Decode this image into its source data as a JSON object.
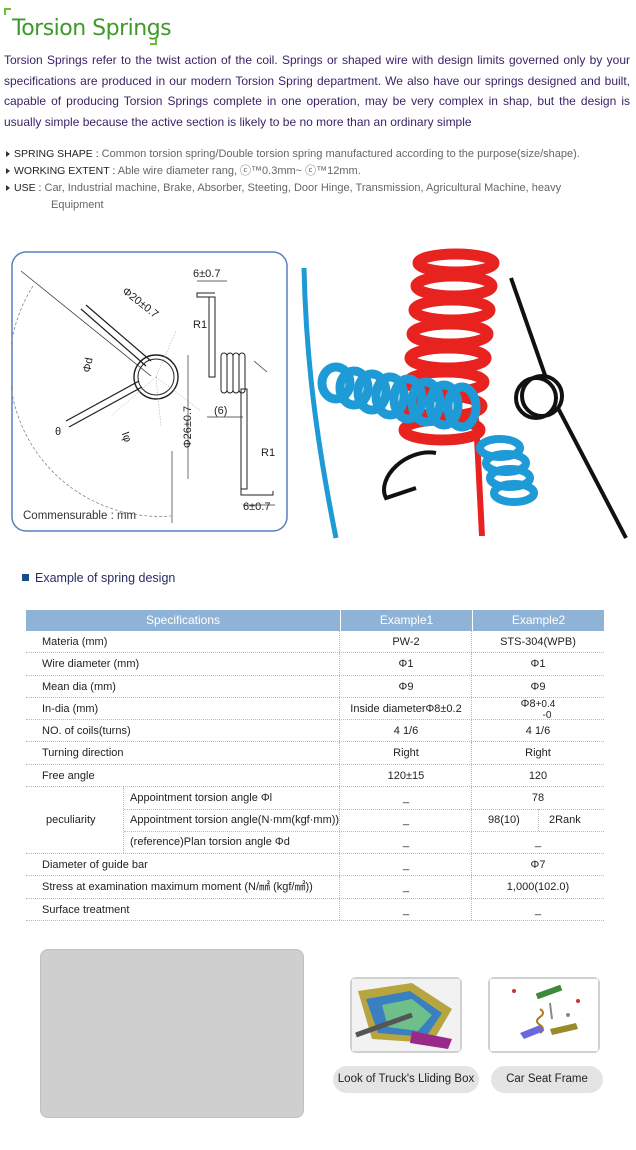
{
  "title": "Torsion Springs",
  "intro": "Torsion Springs refer to the twist action of the coil. Springs or shaped wire with design limits governed only by your specifications are produced in our modern Torsion Spring department. We also have our springs designed and built, capable of producing Torsion Springs complete in one operation, may be very complex in shap, but the design is usually simple because the active section is likely to be no more than an ordinary simple",
  "specs": [
    {
      "label": "SPRING SHAPE :",
      "value": "Common torsion spring/Double torsion spring manufactured according to the purpose(size/shape)."
    },
    {
      "label": "WORKING EXTENT :",
      "value": "Able wire diameter rang, ⓒ™0.3mm~ ⓒ™12mm."
    },
    {
      "label": "USE :",
      "value": "Car, Industrial machine, Brake, Absorber, Steeting, Door Hinge, Transmission, Agricultural Machine, heavy",
      "value2": "Equipment"
    }
  ],
  "diagram": {
    "d20": "Φ20±0.7",
    "dd": "Φd",
    "theta": "θ",
    "phi": "Iφ",
    "d26": "Φ26±0.7",
    "top_w": "6±0.7",
    "r1a": "R1",
    "six": "(6)",
    "r1b": "R1",
    "bot_w": "6±0.7",
    "comm": "Commensurable : mm"
  },
  "example_heading": "Example of spring design",
  "table": {
    "headers": [
      "Specifications",
      "Example1",
      "Example2"
    ],
    "rows": [
      {
        "label": "Materia (mm)",
        "e1": "PW-2",
        "e2": "STS-304(WPB)"
      },
      {
        "label": "Wire diameter (mm)",
        "e1": "Φ1",
        "e2": "Φ1"
      },
      {
        "label": "Mean dia (mm)",
        "e1": "Φ9",
        "e2": "Φ9"
      },
      {
        "label": "In-dia (mm)",
        "e1": "Inside diameterΦ8±0.2",
        "e2": "Φ8",
        "e2_plus": "+0.4",
        "e2_minus": "-0"
      },
      {
        "label": "NO. of coils(turns)",
        "e1": "4 1/6",
        "e2": "4 1/6"
      },
      {
        "label": "Turning direction",
        "e1": "Right",
        "e2": "Right"
      },
      {
        "label": "Free angle",
        "e1": "120±15",
        "e2": "120"
      }
    ],
    "peculiarity": {
      "label": "peculiarity",
      "rows": [
        {
          "label": "Appointment torsion angle Φl",
          "e1": "_",
          "e2": "78"
        },
        {
          "label": "Appointment torsion angle(N·mm(kgf·mm))",
          "e1": "_",
          "e2": "98(10)",
          "e2b": "2Rank"
        },
        {
          "label": "(reference)Plan torsion angle Φd",
          "e1": "_",
          "e2": "_"
        }
      ]
    },
    "rows2": [
      {
        "label": "Diameter of guide bar",
        "e1": "_",
        "e2": "Φ7"
      },
      {
        "label": "Stress at examination maximum moment (N/㎟ (kgf/㎟))",
        "e1": "_",
        "e2": "1,000(102.0)"
      },
      {
        "label": "Surface treatment",
        "e1": "_",
        "e2": "_"
      }
    ]
  },
  "thumbs": [
    {
      "label": "Look of Truck's Lliding Box"
    },
    {
      "label": "Car Seat Frame"
    }
  ],
  "colors": {
    "title": "#3f9a2a",
    "intro": "#3a1f66",
    "table_header": "#8fb3d6",
    "red_spring": "#e8231f",
    "blue_spring": "#1e9ad6"
  }
}
